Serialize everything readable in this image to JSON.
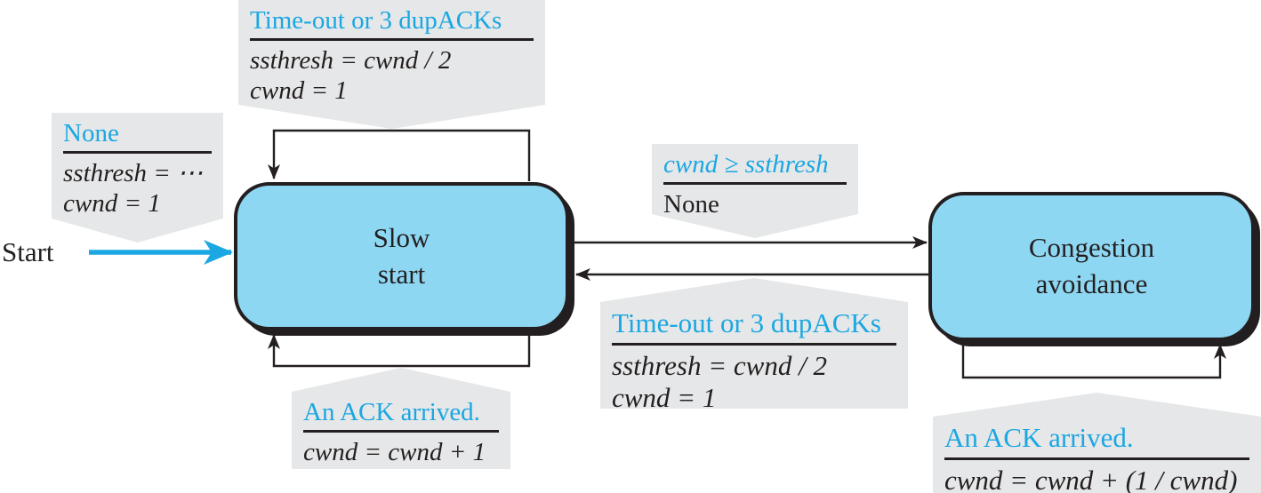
{
  "colors": {
    "accent_cyan": "#1aa7e2",
    "state_fill": "#8ed7f2",
    "callout_bg": "#e6e7e8",
    "ink": "#231f20"
  },
  "start": {
    "label": "Start"
  },
  "states": {
    "slow_start": {
      "line1": "Slow",
      "line2": "start"
    },
    "congestion_avoidance": {
      "line1": "Congestion",
      "line2": "avoidance"
    }
  },
  "callouts": {
    "ss_reset": {
      "condition": "Time-out or 3 dupACKs",
      "action1": "ssthresh = cwnd / 2",
      "action2": "cwnd = 1"
    },
    "start_init": {
      "condition": "None",
      "action1": "ssthresh = ⋯",
      "action2": "cwnd = 1"
    },
    "ss_to_ca": {
      "condition": "cwnd ≥ ssthresh",
      "action1": "None"
    },
    "ca_to_ss": {
      "condition": "Time-out or 3 dupACKs",
      "action1": "ssthresh = cwnd / 2",
      "action2": "cwnd = 1"
    },
    "ss_loop": {
      "condition": "An ACK arrived.",
      "action1": "cwnd = cwnd + 1"
    },
    "ca_loop": {
      "condition": "An ACK arrived.",
      "action1": "cwnd = cwnd + (1 / cwnd)"
    }
  }
}
